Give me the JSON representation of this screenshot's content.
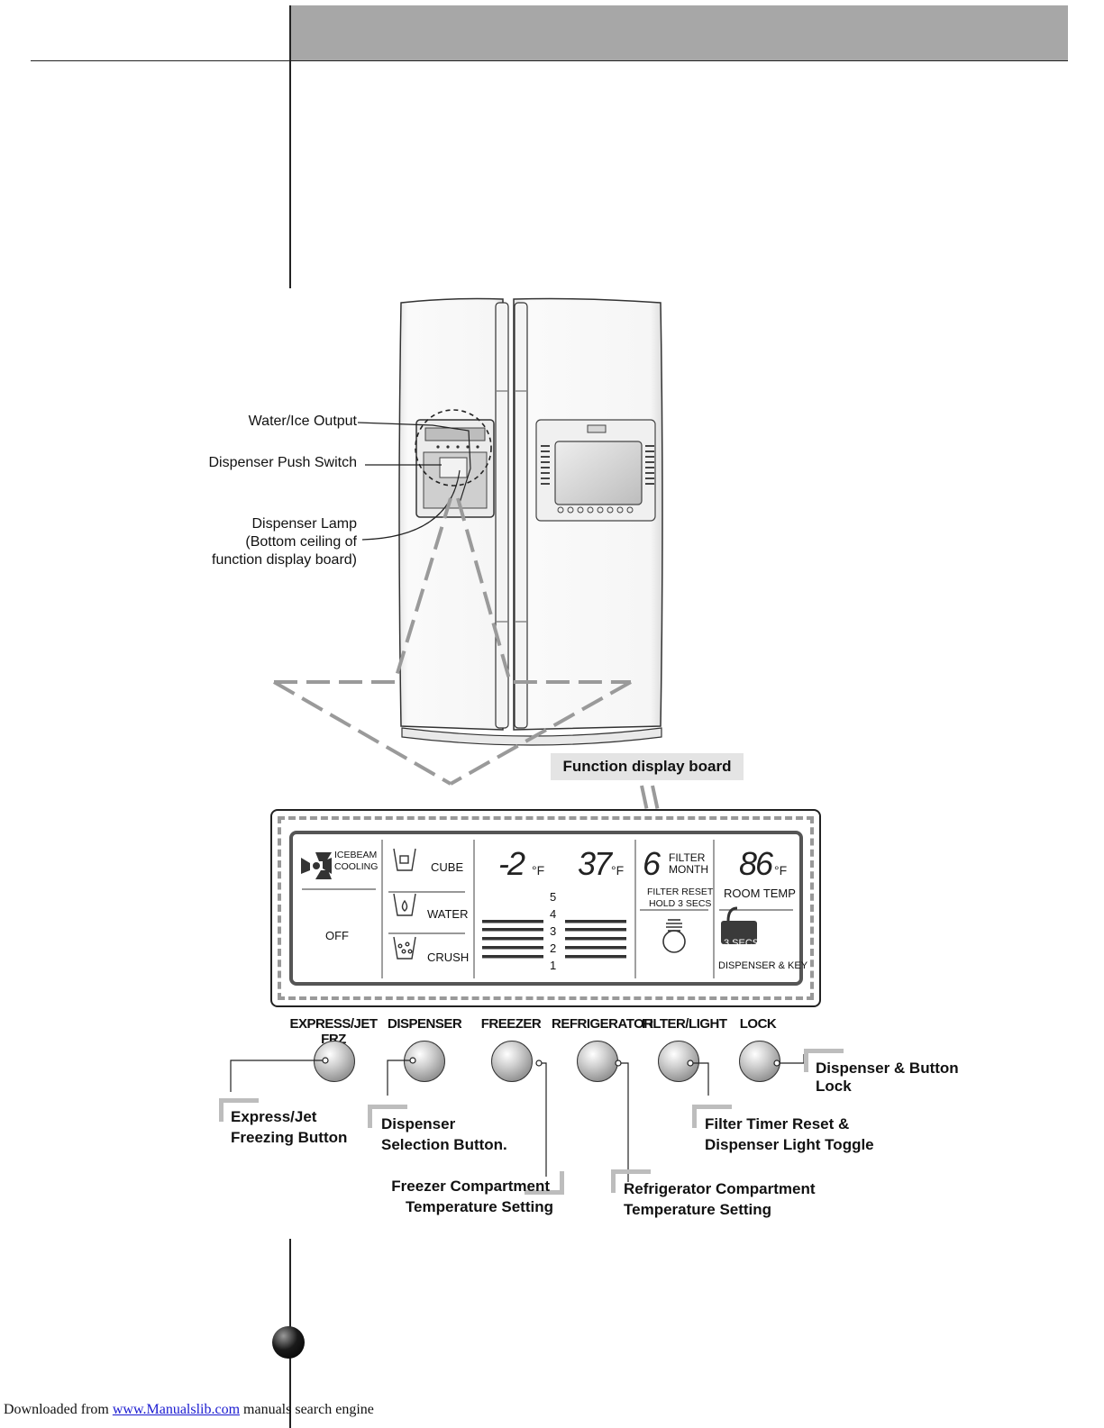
{
  "callouts": {
    "water_ice_output": "Water/Ice Output",
    "dispenser_push_switch": "Dispenser Push Switch",
    "dispenser_lamp_line1": "Dispenser Lamp",
    "dispenser_lamp_line2": "(Bottom ceiling of",
    "dispenser_lamp_line3": "function display board)"
  },
  "function_display_board_label": "Function display board",
  "panel": {
    "icebeam_line1": "ICEBEAM",
    "icebeam_line2": "COOLING",
    "off": "OFF",
    "cube": "CUBE",
    "water": "WATER",
    "crush": "CRUSH",
    "freezer_temp": "-2",
    "fridge_temp": "37",
    "unit": "°F",
    "levels": [
      "5",
      "4",
      "3",
      "2",
      "1"
    ],
    "filter_month_value": "6",
    "filter_line1": "FILTER",
    "filter_line2": "MONTH",
    "filter_reset_line1": "FILTER RESET",
    "filter_reset_line2": "HOLD 3 SECS",
    "room_temp_value": "86",
    "room_temp": "ROOM TEMP",
    "lock_secs": "3 SECS",
    "dispenser_key": "DISPENSER & KEY"
  },
  "buttons": [
    {
      "label": "EXPRESS/JET FRZ"
    },
    {
      "label": "DISPENSER"
    },
    {
      "label": "FREEZER"
    },
    {
      "label": "REFRIGERATOR"
    },
    {
      "label": "FILTER/LIGHT"
    },
    {
      "label": "LOCK"
    }
  ],
  "descriptions": {
    "express_line1": "Express/Jet",
    "express_line2": "Freezing Button",
    "dispenser_sel_line1": "Dispenser",
    "dispenser_sel_line2": "Selection Button.",
    "freezer_line1": "Freezer Compartment",
    "freezer_line2": "Temperature Setting",
    "fridge_line1": "Refrigerator Compartment",
    "fridge_line2": "Temperature Setting",
    "filter_line1": "Filter Timer Reset  &",
    "filter_line2": "Dispenser Light Toggle",
    "lock_line1": "Dispenser  & Button",
    "lock_line2": "Lock"
  },
  "footer": {
    "prefix": "Downloaded from",
    "link": "www.Manualslib.com",
    "suffix": " manuals search engine"
  }
}
